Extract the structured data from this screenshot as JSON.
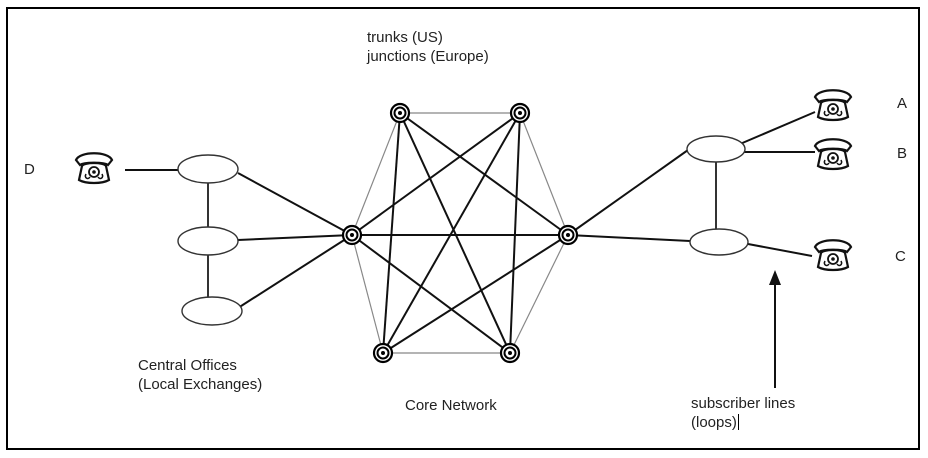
{
  "labels": {
    "trunks_line1": "trunks (US)",
    "trunks_line2": "junctions (Europe)",
    "central_line1": "Central Offices",
    "central_line2": "(Local Exchanges)",
    "core": "Core Network",
    "subscriber_line1": "subscriber lines",
    "subscriber_line2": "(loops)"
  },
  "phones": {
    "A": "A",
    "B": "B",
    "C": "C",
    "D": "D"
  },
  "colors": {
    "line": "#111111",
    "thin_line": "#888888",
    "node": "#000000"
  },
  "icons": {
    "telephone": "telephone-icon",
    "switch": "switch-node-icon"
  }
}
